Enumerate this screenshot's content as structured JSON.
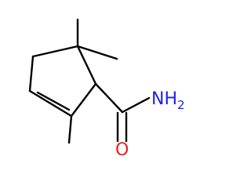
{
  "molecule": {
    "labels": {
      "nitrogen": {
        "symbol": "NH",
        "subscript": "2",
        "color": "#1f1fe8"
      },
      "oxygen": {
        "symbol": "O",
        "color": "#e8201f"
      }
    },
    "bond_color": "#000000"
  }
}
